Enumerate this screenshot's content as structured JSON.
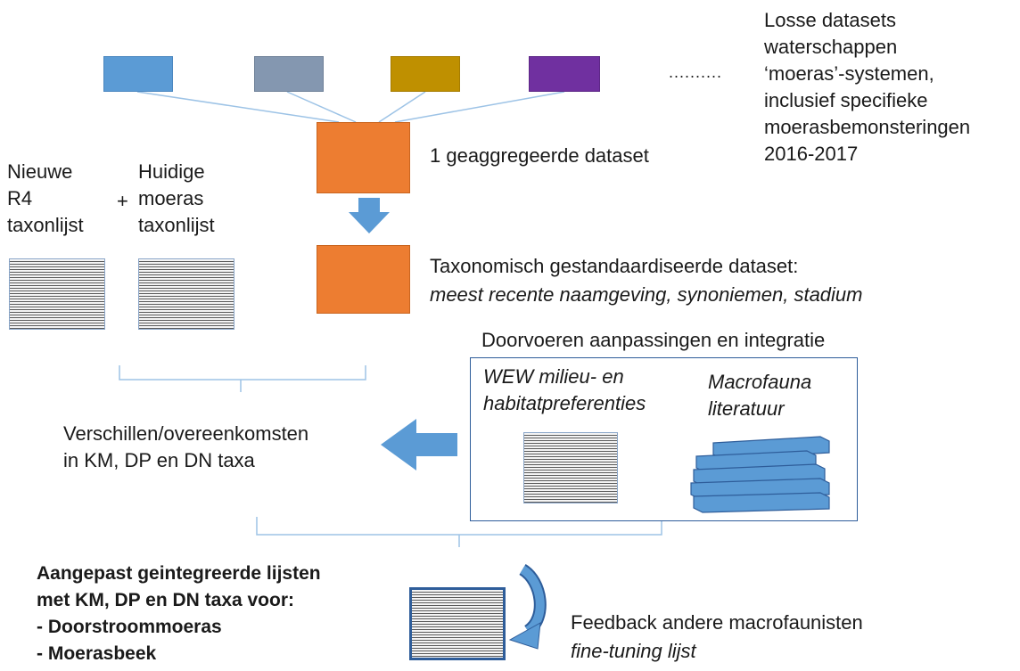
{
  "colors": {
    "dataset_1": "#5B9BD5",
    "dataset_2": "#8497B0",
    "dataset_3": "#BF9000",
    "dataset_4": "#7030A0",
    "orange": "#ED7D31",
    "arrow_blue": "#5B9BD5",
    "line_blue": "#9DC3E6",
    "frame_blue": "#2E5D9A"
  },
  "top": {
    "ellipsis": "..........",
    "losse_datasets_lines": [
      "Losse datasets",
      "waterschappen",
      "‘moeras’-systemen,",
      "inclusief specifieke",
      "moerasbemonsteringen",
      "2016-2017"
    ]
  },
  "aggregated": {
    "label": "1 geaggregeerde dataset"
  },
  "standardized": {
    "label": "Taxonomisch gestandaardiseerde dataset:",
    "sublabel": "meest recente naamgeving, synoniemen, stadium"
  },
  "lists": {
    "new_lines": [
      "Nieuwe",
      "R4",
      "taxonlijst"
    ],
    "plus": "+",
    "current_lines": [
      "Huidige",
      "moeras",
      "taxonlijst"
    ]
  },
  "integration": {
    "title": "Doorvoeren aanpassingen en integratie",
    "wew_lines": [
      "WEW milieu- en",
      "habitatpreferenties"
    ],
    "macro_lines": [
      "Macrofauna",
      "literatuur"
    ]
  },
  "differences": {
    "lines": [
      "Verschillen/overeenkomsten",
      "in KM, DP en DN taxa"
    ]
  },
  "final": {
    "lines": [
      "Aangepast geintegreerde lijsten",
      "met KM, DP en DN taxa voor:",
      "- Doorstroommoeras",
      "- Moerasbeek"
    ]
  },
  "feedback": {
    "label": "Feedback andere macrofaunisten",
    "sublabel": "fine-tuning lijst"
  }
}
